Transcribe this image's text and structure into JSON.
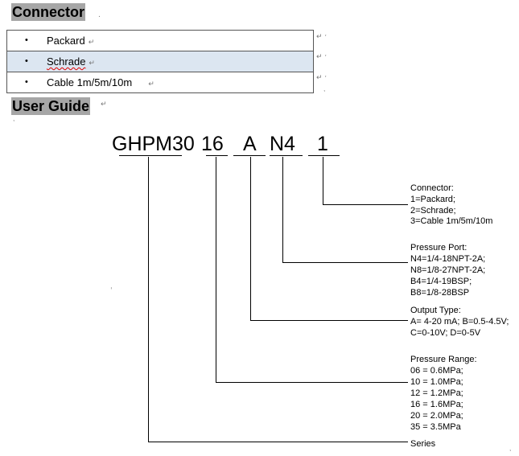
{
  "connector_heading": "Connector",
  "connector_rows": [
    {
      "bullet": "•",
      "text": "Packard",
      "mark": "↵"
    },
    {
      "bullet": "•",
      "text": "Schrade",
      "mark": "↵"
    },
    {
      "bullet": "•",
      "text": "Cable 1m/5m/10m",
      "mark": "↵"
    }
  ],
  "user_guide_heading": "User Guide",
  "marks": {
    "return": "↵",
    "cell_end": "↵ ˑ",
    "small": "ˑ"
  },
  "model_code": {
    "series": "GHPM30",
    "range": "16",
    "output": "A",
    "port": "N4",
    "connector": "1"
  },
  "descriptions": {
    "connector": {
      "title": "Connector:",
      "lines": [
        "1=Packard;",
        "2=Schrade;",
        "3=Cable 1m/5m/10m"
      ]
    },
    "port": {
      "title": "Pressure Port:",
      "lines": [
        "N4=1/4-18NPT-2A;",
        "N8=1/8-27NPT-2A;",
        "B4=1/4-19BSP;",
        "B8=1/8-28BSP"
      ]
    },
    "output": {
      "title": "Output Type:",
      "lines": [
        "A= 4-20 mA; B=0.5-4.5V;",
        "C=0-10V; D=0-5V"
      ]
    },
    "range": {
      "title": "Pressure Range:",
      "lines": [
        "06 = 0.6MPa;",
        "10 = 1.0MPa;",
        "12 = 1.2MPa;",
        "16 = 1.6MPa;",
        "20 = 2.0MPa;",
        "35 = 3.5MPa"
      ]
    },
    "series": {
      "title": "Series"
    }
  }
}
